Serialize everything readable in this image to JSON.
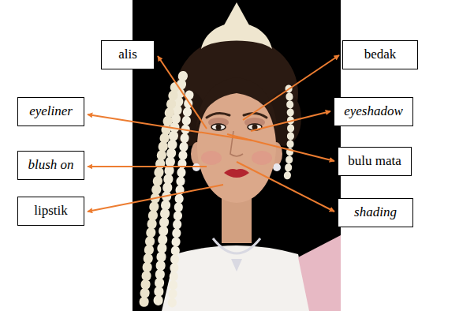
{
  "diagram": {
    "nodes": [
      {
        "text": [
          "alis"
        ]
      },
      {
        "text": [
          "bedak"
        ]
      },
      {
        "text": [
          "eyeliner"
        ]
      },
      {
        "text": [
          "eyeshadow"
        ]
      },
      {
        "text": [
          "blush on"
        ]
      },
      {
        "text": [
          "bulu mata"
        ]
      },
      {
        "text": [
          "lipstik"
        ]
      },
      {
        "text": [
          "shading"
        ]
      }
    ]
  }
}
